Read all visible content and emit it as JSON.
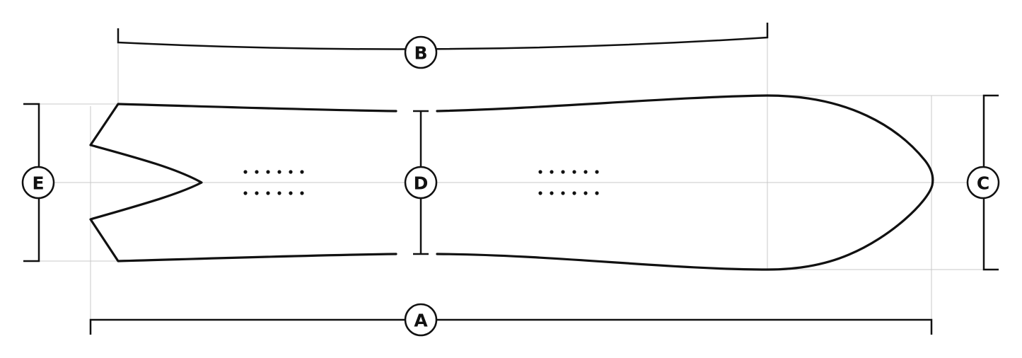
{
  "diagram": {
    "labels": {
      "a": "A",
      "b": "B",
      "c": "C",
      "d": "D",
      "e": "E"
    },
    "colors": {
      "line": "#111111",
      "guide": "#c8c8c8",
      "background": "#ffffff"
    }
  }
}
